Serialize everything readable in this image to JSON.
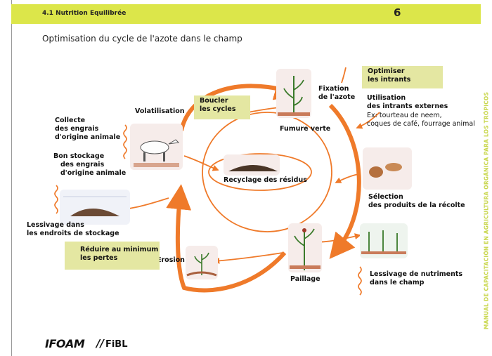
{
  "header": {
    "section_title": "4.1 Nutrition Equilibrée",
    "page_number": "6"
  },
  "page_title": "Optimisation du cycle de l'azote dans le champ",
  "side_text": "MANUAL DE CAPACITACIÓN EN AGRICULTURA ORGÁNICA PARA LOS TRÓPICOS",
  "labels": {
    "volatilisation": "Volatilisation",
    "collecte": [
      "Collecte",
      "des engrais",
      "d'origine animale"
    ],
    "stockage": [
      "Bon stockage",
      "des engrais",
      "d'origine animale"
    ],
    "lessivage_stockage": [
      "Lessivage dans",
      "les endroits de stockage"
    ],
    "erosion": "Erosion",
    "paillage": "Paillage",
    "lessivage_champ": [
      "Lessivage de nutriments",
      "dans le champ"
    ],
    "selection": [
      "Sélection",
      "des produits de la récolte"
    ],
    "fumure_verte": "Fumure verte",
    "fixation": [
      "Fixation",
      "de l'azote"
    ],
    "utilisation": [
      "Utilisation",
      "des intrants externes"
    ],
    "utilisation_ex": [
      "Ex: tourteau de neem,",
      "coques de café, fourrage animal"
    ],
    "recyclage": "Recyclage des résidus"
  },
  "boxes": {
    "boucler": [
      "Boucler",
      "les cycles"
    ],
    "optimiser": [
      "Optimiser",
      "les intrants"
    ],
    "reduire": [
      "Réduire au minimum",
      "les pertes"
    ]
  },
  "logos": {
    "ifoam": "IFOAM",
    "fibl": "FiBL"
  },
  "colors": {
    "header_bar": "#dce64a",
    "arrow": "#ef7a2a",
    "box": "#e4e7a2",
    "side_text": "#c8d64a"
  }
}
